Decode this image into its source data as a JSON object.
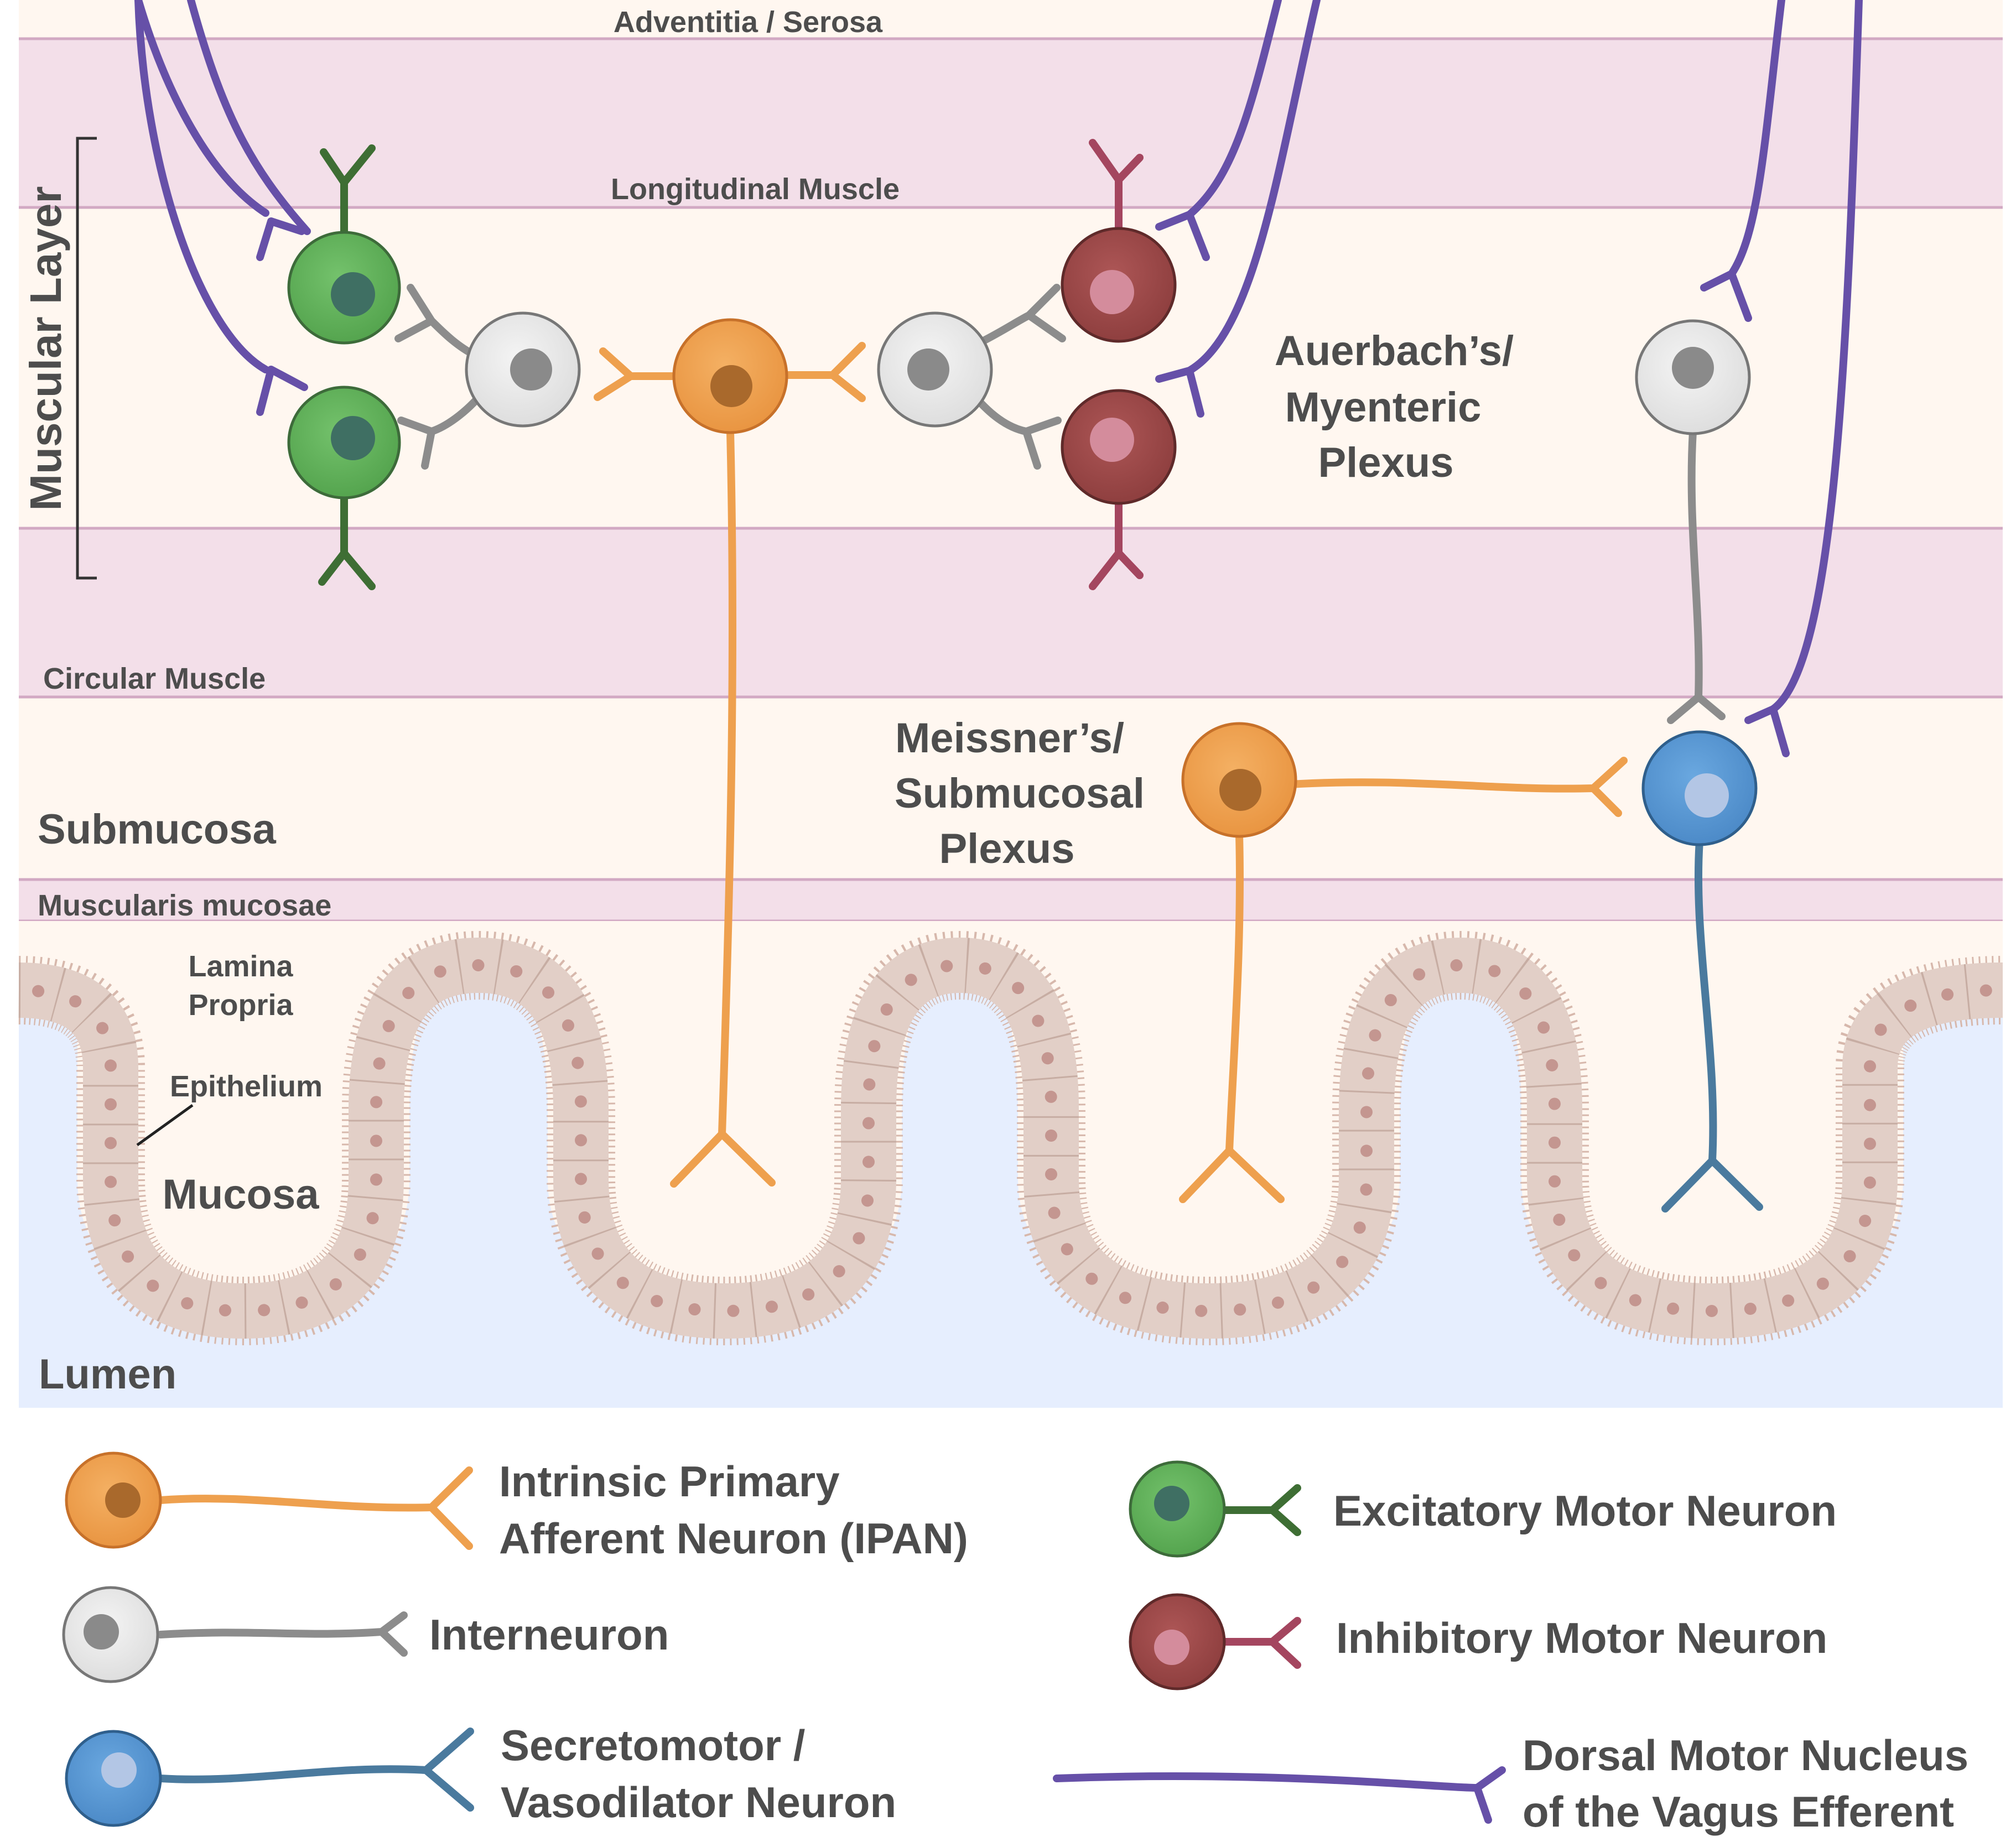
{
  "layers": {
    "adventitia": "Adventitia / Serosa",
    "longitudinal": "Longitudinal Muscle",
    "muscular_layer": "Muscular Layer",
    "circular": "Circular Muscle",
    "submucosa": "Submucosa",
    "muscularis_mucosae": "Muscularis mucosae",
    "lamina_propria_1": "Lamina",
    "lamina_propria_2": "Propria",
    "epithelium": "Epithelium",
    "mucosa": "Mucosa",
    "lumen": "Lumen"
  },
  "plexus": {
    "auerbach_1": "Auerbach’s/",
    "auerbach_2": "Myenteric",
    "auerbach_3": "Plexus",
    "meissner_1": "Meissner’s/",
    "meissner_2": "Submucosal",
    "meissner_3": "Plexus"
  },
  "legend": {
    "ipan_1": "Intrinsic Primary",
    "ipan_2": "Afferent Neuron (IPAN)",
    "interneuron": "Interneuron",
    "secretomotor_1": "Secretomotor /",
    "secretomotor_2": "Vasodilator Neuron",
    "excitatory": "Excitatory Motor Neuron",
    "inhibitory": "Inhibitory Motor Neuron",
    "vagus_1": "Dorsal Motor Nucleus",
    "vagus_2": "of the Vagus Efferent"
  },
  "colors": {
    "ipan": "#eea04e",
    "ipan_nucleus": "#a9692c",
    "interneuron": "#e9e9e9",
    "interneuron_nucleus": "#8a8a8a",
    "interneuron_axon": "#8c8c8c",
    "excitatory": "#64b45e",
    "excitatory_nucleus": "#3f6f63",
    "excitatory_axon": "#3e6e34",
    "inhibitory": "#9e4a4a",
    "inhibitory_nucleus": "#d48c9c",
    "inhibitory_axon": "#a4465f",
    "secretomotor": "#5a9ad6",
    "secretomotor_nucleus": "#b3c6e5",
    "secretomotor_axon": "#4a7a9e",
    "vagus": "#6650a8",
    "muscle_band": "#f3dfe9",
    "cream": "#fff7f0",
    "lumen": "#e6eefe",
    "epithelium": "#e2cfc7"
  }
}
